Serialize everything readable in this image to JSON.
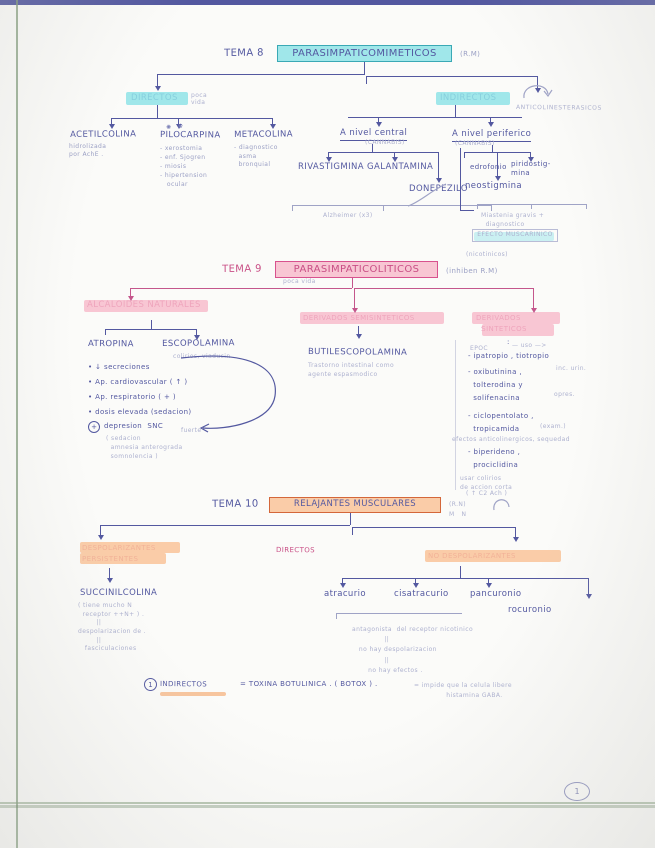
{
  "document": {
    "kind": "handwritten-study-notes",
    "subject": "Farmacologia - Sistema colinergico",
    "page_number": "1",
    "language": "es"
  },
  "colors": {
    "ink_blue": "#5358a0",
    "ink_pink": "#c94f86",
    "highlight_cyan": "#8fe3e8",
    "highlight_pink": "#f8b9c9",
    "highlight_orange": "#f9c39a",
    "paper": "#fbfbf9"
  },
  "topic8": {
    "prefix": "TEMA 8",
    "title": "PARASIMPATICOMIMETICOS",
    "note": "(R.M)",
    "branches": {
      "left": {
        "label": "DIRECTOS",
        "note": "poca\nvida"
      },
      "right": {
        "label": "INDIRECTOS",
        "note": "ANTICOLINESTERASICOS"
      }
    },
    "directos": [
      {
        "name": "ACETILCOLINA",
        "details": "hidrolizada\npor AchE ."
      },
      {
        "name": "PILOCARPINA",
        "details": "- xerostomia\n- enf. Sjogren\n- miosis\n- hipertension\n   ocular"
      },
      {
        "name": "METACOLINA",
        "details": "- diagnostico\n  asma\n  bronquial"
      }
    ],
    "indirectos": {
      "central": {
        "label": "A nivel central",
        "note": "(CANNABIS)",
        "drugs": [
          "RIVASTIGMINA",
          "GALANTAMINA",
          "DONEPEZILO"
        ],
        "indication": "Alzheimer (x3)"
      },
      "periferico": {
        "label": "A nivel periferico",
        "note": "(CANNABIS)",
        "drugs": [
          "edrofonio",
          "piridostig-\nmina",
          "neostigmina"
        ],
        "indication": "Miastenia gravis +\n  diagnostico",
        "footer": "EFECTO MUSCARINICO"
      }
    }
  },
  "topic9": {
    "prefix": "TEMA 9",
    "title": "PARASIMPATICOLITICOS",
    "note": "(inhiben R.M)",
    "note2": "(nicotinicos)",
    "subnote": "poca vida",
    "groups": [
      {
        "heading": "ALCALOIDES NATURALES",
        "items": [
          {
            "name": "ATROPINA",
            "bullets": [
              "• ↓ secreciones",
              "• Ap. cardiovascular ( ↑ )",
              "• Ap. respiratorio ( + )",
              "• dosis elevada (sedacion)",
              "depresion  SNC"
            ],
            "bullet_note": "( sedacion\n  amnesia anterograda\n  somnolencia )",
            "marker": "+",
            "marker2": "fuerte"
          },
          {
            "name": "ESCOPOLAMINA",
            "sub": "colirios, viaducin"
          }
        ]
      },
      {
        "heading": "DERIVADOS SEMISINTETICOS",
        "items": [
          {
            "name": "BUTILESCOPOLAMINA",
            "sub": "Trastorno intestinal como\nagente espasmodico"
          }
        ]
      },
      {
        "heading": "DERIVADOS\n  SINTETICOS",
        "items": [
          {
            "name": "- ipatropio , tiotropio",
            "sub": "EPOC"
          },
          {
            "name": "- oxibutinina ,",
            "sub": "inc. urin."
          },
          {
            "name": "  tolterodina y",
            "sub": ""
          },
          {
            "name": "  solifenacina",
            "sub": ""
          },
          {
            "name": "- ciclopentolato ,",
            "sub": ""
          },
          {
            "name": "  tropicamida",
            "sub": "(exam.)"
          },
          {
            "name": "- biperideno ,",
            "sub": ""
          },
          {
            "name": "  prociclidina",
            "sub": ""
          }
        ],
        "footnote": "usar colirios\nde accion corta",
        "footnote2": "( ↑ C2 Ach )",
        "footnote3": "efectos anticolinergicos, sequedad"
      }
    ]
  },
  "topic10": {
    "prefix": "TEMA 10",
    "title": "RELAJANTES MUSCULARES",
    "note": "(R.N)\nM   N",
    "center_label": "DIRECTOS",
    "left": {
      "heading": "DESPOLARIZANTES\nPERSISTENTES",
      "drug": "SUCCINILCOLINA",
      "details": "( tiene mucho N\n  receptor ++N+ ) .\n        ||\ndespolarizacion de .\n        ||\n   fasciculaciones"
    },
    "right": {
      "heading": "NO DESPOLARIZANTES",
      "drugs": [
        "atracurio",
        "cisatracurio",
        "pancuronio",
        "rocuronio"
      ],
      "details": "antagonista  del receptor nicotinico\n              ||\n   no hay despolarizacion\n              ||\n       no hay efectos ."
    },
    "footer": {
      "number": "1",
      "label": "INDIRECTOS",
      "equals1": "= TOXINA BOTULINICA . ( BOTOX ) .",
      "equals2": "= impide que la celula libere\n              histamina GABA."
    }
  }
}
